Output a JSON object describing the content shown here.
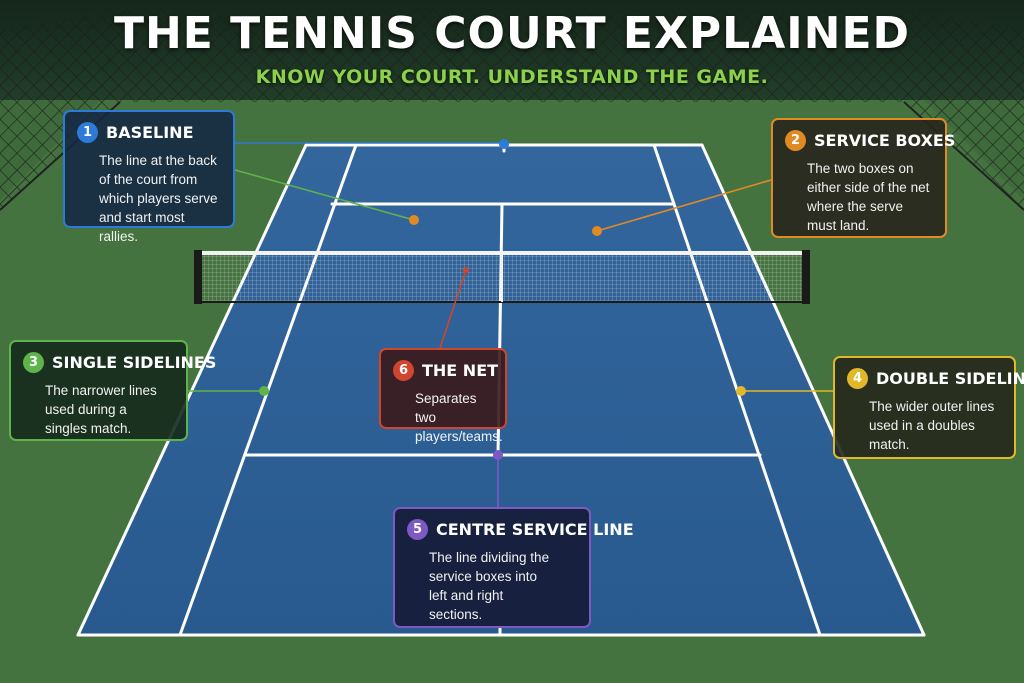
{
  "title": "THE TENNIS COURT EXPLAINED",
  "subtitle": "KNOW YOUR COURT. UNDERSTAND THE GAME.",
  "colors": {
    "baseline": "#2e7ad8",
    "service_boxes": "#e08a24",
    "single_sidelines": "#5fb34b",
    "double_sidelines": "#e1b82a",
    "centre_service_line": "#7e59c4",
    "the_net": "#d0452f",
    "court_surface": "#2c5f97",
    "surround": "#3f6b3c"
  },
  "callouts": [
    {
      "num": "1",
      "title": "BASELINE",
      "text": "The line at the back\nof the court from\nwhich players serve\nand start most rallies."
    },
    {
      "num": "2",
      "title": "SERVICE BOXES",
      "text": "The two boxes on\neither side of the net\nwhere the serve\nmust land."
    },
    {
      "num": "3",
      "title": "SINGLE SIDELINES",
      "text": "The narrower lines\nused during a\nsingles match."
    },
    {
      "num": "4",
      "title": "DOUBLE SIDELINES",
      "text": "The wider outer lines\nused in a doubles\nmatch."
    },
    {
      "num": "5",
      "title": "CENTRE SERVICE LINE",
      "text": "The line dividing the\nservice boxes into\nleft and right\nsections."
    },
    {
      "num": "6",
      "title": "THE NET",
      "text": "Separates two\nplayers/teams."
    }
  ]
}
